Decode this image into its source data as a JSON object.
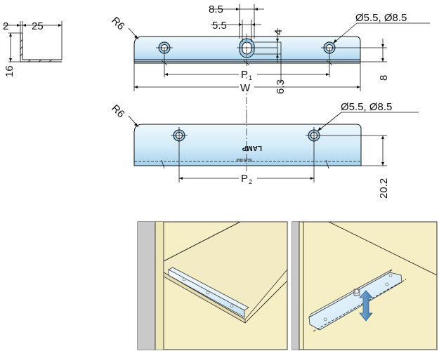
{
  "dimensions": {
    "side_thickness": "2",
    "side_width": "25",
    "side_height": "16",
    "top_radius": "R6",
    "top_slot_width": "8.5",
    "top_slot_inner": "5.5",
    "top_slot_height": "4",
    "top_hole_spec": "Ø5.5,  Ø8.5",
    "top_right_height": "8",
    "top_center_height": "6.3",
    "top_pitch_letter": "P",
    "top_pitch_sub": "1",
    "top_overall": "W",
    "front_radius": "R6",
    "front_hole_spec": "Ø5.5,  Ø8.5",
    "front_height": "20.2",
    "front_pitch_letter": "P",
    "front_pitch_sub": "2"
  },
  "stamp": {
    "brand": "LAMP",
    "material": "SUS304"
  },
  "colors": {
    "bracket_fill_top": "#e4f3fb",
    "bracket_fill_bottom": "#a9d4ee",
    "wall_cream": "#f6efc6",
    "wall_gray": "#c9c9c9",
    "panel_border": "#333333"
  },
  "icons": {
    "arrow": "double-arrow-up-down-icon"
  }
}
